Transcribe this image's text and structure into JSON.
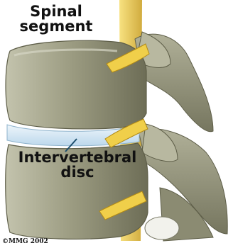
{
  "labels": {
    "title_line1": "Spinal",
    "title_line2": "segment",
    "disc_line1": "Intervertebral",
    "disc_line2": "disc"
  },
  "copyright": "©MMG 2002",
  "colors": {
    "bone": "#9a9a80",
    "bone_light": "#c9c9b4",
    "bone_dark": "#5e5e48",
    "nerve": "#e6c23a",
    "disc": "#cfe4f2",
    "background": "#ffffff"
  }
}
